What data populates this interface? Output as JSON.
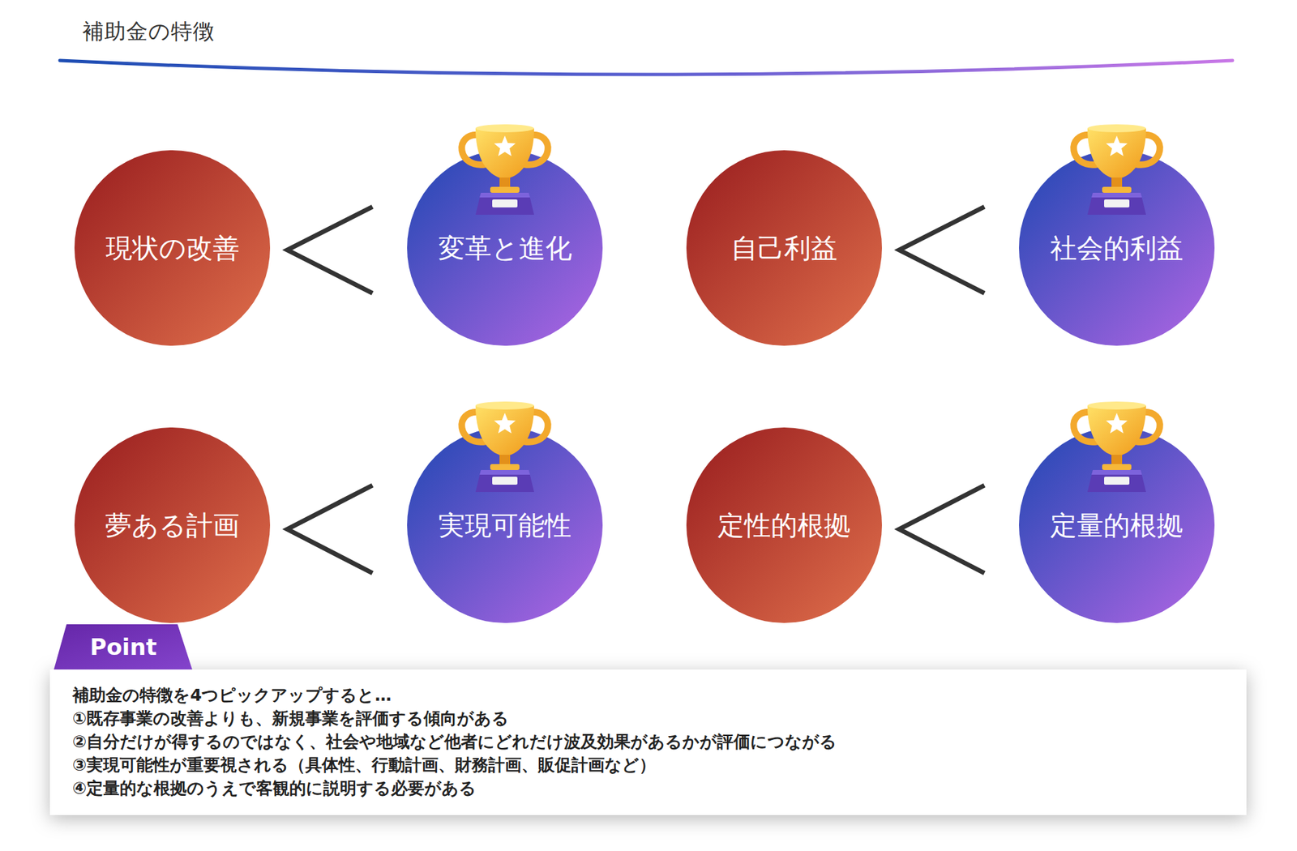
{
  "diagram": {
    "title": "補助金の特徴",
    "nodes": [
      {
        "text": [
          "現状の改善"
        ]
      },
      {
        "text": [
          "変革と進化"
        ]
      },
      {
        "text": [
          "自己利益"
        ]
      },
      {
        "text": [
          "社会的利益"
        ]
      },
      {
        "text": [
          "夢ある計画"
        ]
      },
      {
        "text": [
          "実現可能性"
        ]
      },
      {
        "text": [
          "定性的根拠"
        ]
      },
      {
        "text": [
          "定量的根拠"
        ]
      },
      {
        "text": [
          "Point",
          "補助金の特徴を4つピックアップすると…",
          "①既存事業の改善よりも、新規事業を評価する傾向がある",
          "②自分だけが得するのではなく、社会や地域など他者にどれだけ波及効果があるかが評価につながる",
          "③実現可能性が重要視される（具体性、行動計画、財務計画、販促計画など）",
          "④定量的な根拠のうえで客観的に説明する必要がある"
        ]
      }
    ]
  }
}
